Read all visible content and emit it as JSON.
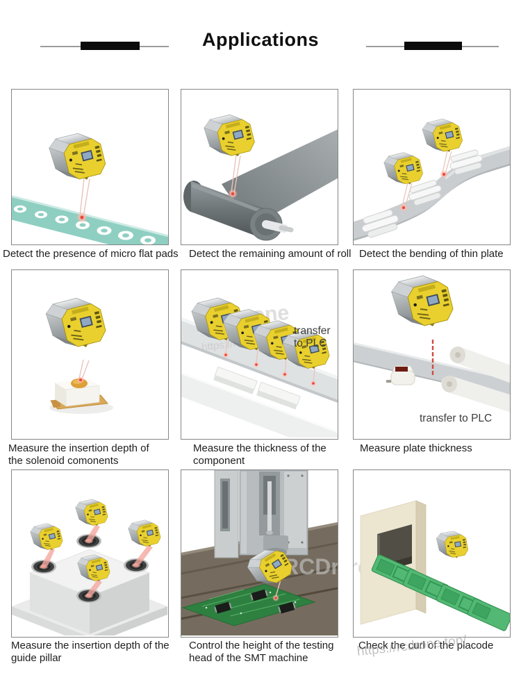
{
  "header": {
    "title": "Applications"
  },
  "cells": [
    {
      "id": "micro-flat-pads",
      "caption": "Detect the presence of micro flat pads"
    },
    {
      "id": "roll-remaining",
      "caption": "Detect the remaining amount of roll"
    },
    {
      "id": "thin-plate-bending",
      "caption": "Detect the bending of thin plate"
    },
    {
      "id": "solenoid-depth",
      "caption": "Measure the insertion depth of the solenoid comonents"
    },
    {
      "id": "component-thickness",
      "caption": "Measure the thickness of the component",
      "overlay_line1": "transfer",
      "overlay_line2": "to PLC"
    },
    {
      "id": "plate-thickness",
      "caption": "Measure plate thickness",
      "overlay": "transfer to PLC"
    },
    {
      "id": "guide-pillar-depth",
      "caption": "Measure the insertion depth of the guide pillar"
    },
    {
      "id": "smt-head-height",
      "caption": "Control the height of the testing head of the SMT machine"
    },
    {
      "id": "placode-curl",
      "caption": "Check the curl of the placode"
    }
  ],
  "watermarks": {
    "brand": "RCDrone",
    "url": "https://rcdrone.top/"
  },
  "colors": {
    "sensor_yellow": "#e9d02e",
    "laser_red": "#e2574a",
    "teal_strip": "#8ecfc2",
    "pcb_green": "#2e8040",
    "title_black": "#0f0f0f"
  }
}
